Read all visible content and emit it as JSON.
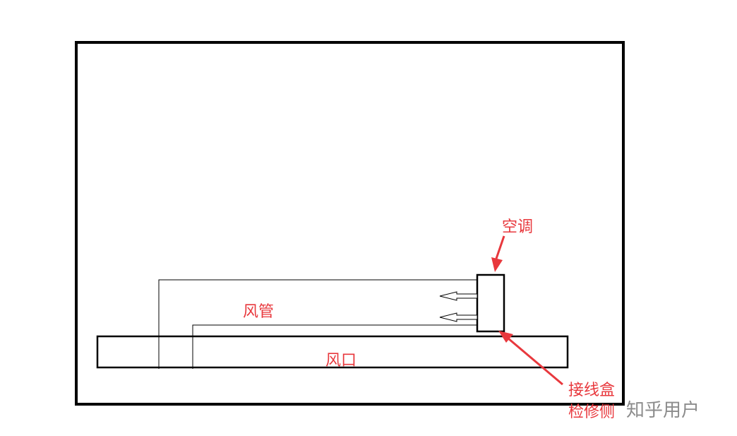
{
  "labels": {
    "ac_unit": "空调",
    "duct": "风管",
    "vent": "风口",
    "junction_box_line1": "接线盒",
    "junction_box_line2": "检修侧"
  },
  "watermark": "知乎用户",
  "colors": {
    "label": "#e8383d",
    "line": "#000000",
    "watermark": "#8c8c8c"
  }
}
